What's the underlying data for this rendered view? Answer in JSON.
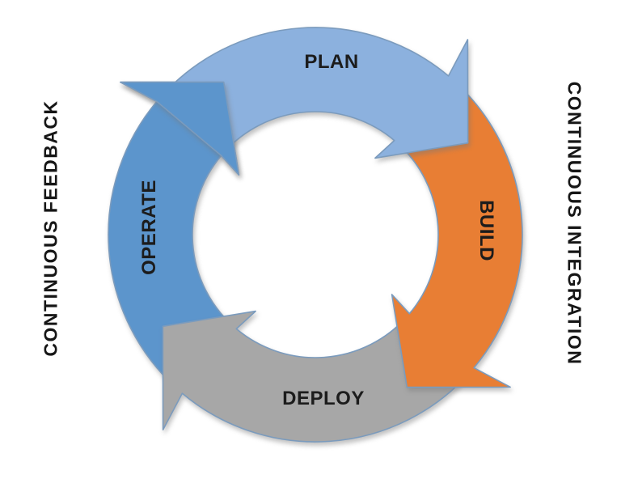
{
  "diagram": {
    "outer_labels": {
      "left": "CONTINUOUS FEEDBACK",
      "right": "CONTINUOUS INTEGRATION"
    },
    "segments": [
      {
        "id": "plan",
        "label": "PLAN",
        "color": "#8CB1DE",
        "tail_deg": 312,
        "head_deg": 40
      },
      {
        "id": "build",
        "label": "BUILD",
        "color": "#E87E34",
        "tail_deg": 42,
        "head_deg": 130
      },
      {
        "id": "deploy",
        "label": "DEPLOY",
        "color": "#A7A7A7",
        "tail_deg": 132,
        "head_deg": 220
      },
      {
        "id": "operate",
        "label": "OPERATE",
        "color": "#5C95CC",
        "tail_deg": 222,
        "head_deg": 310
      }
    ],
    "stroke_color": "#7B9BBD",
    "text_color": "#1c1c1c",
    "background_color": "#ffffff",
    "flow_direction": "clockwise"
  }
}
